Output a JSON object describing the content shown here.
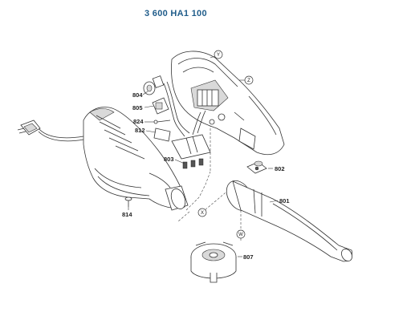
{
  "header": {
    "part_number": "3 600 HA1 100"
  },
  "callouts": [
    "804",
    "805",
    "824",
    "812",
    "803",
    "814",
    "802",
    "801",
    "807"
  ],
  "circle_markers": [
    "Y",
    "Z",
    "X",
    "W"
  ]
}
